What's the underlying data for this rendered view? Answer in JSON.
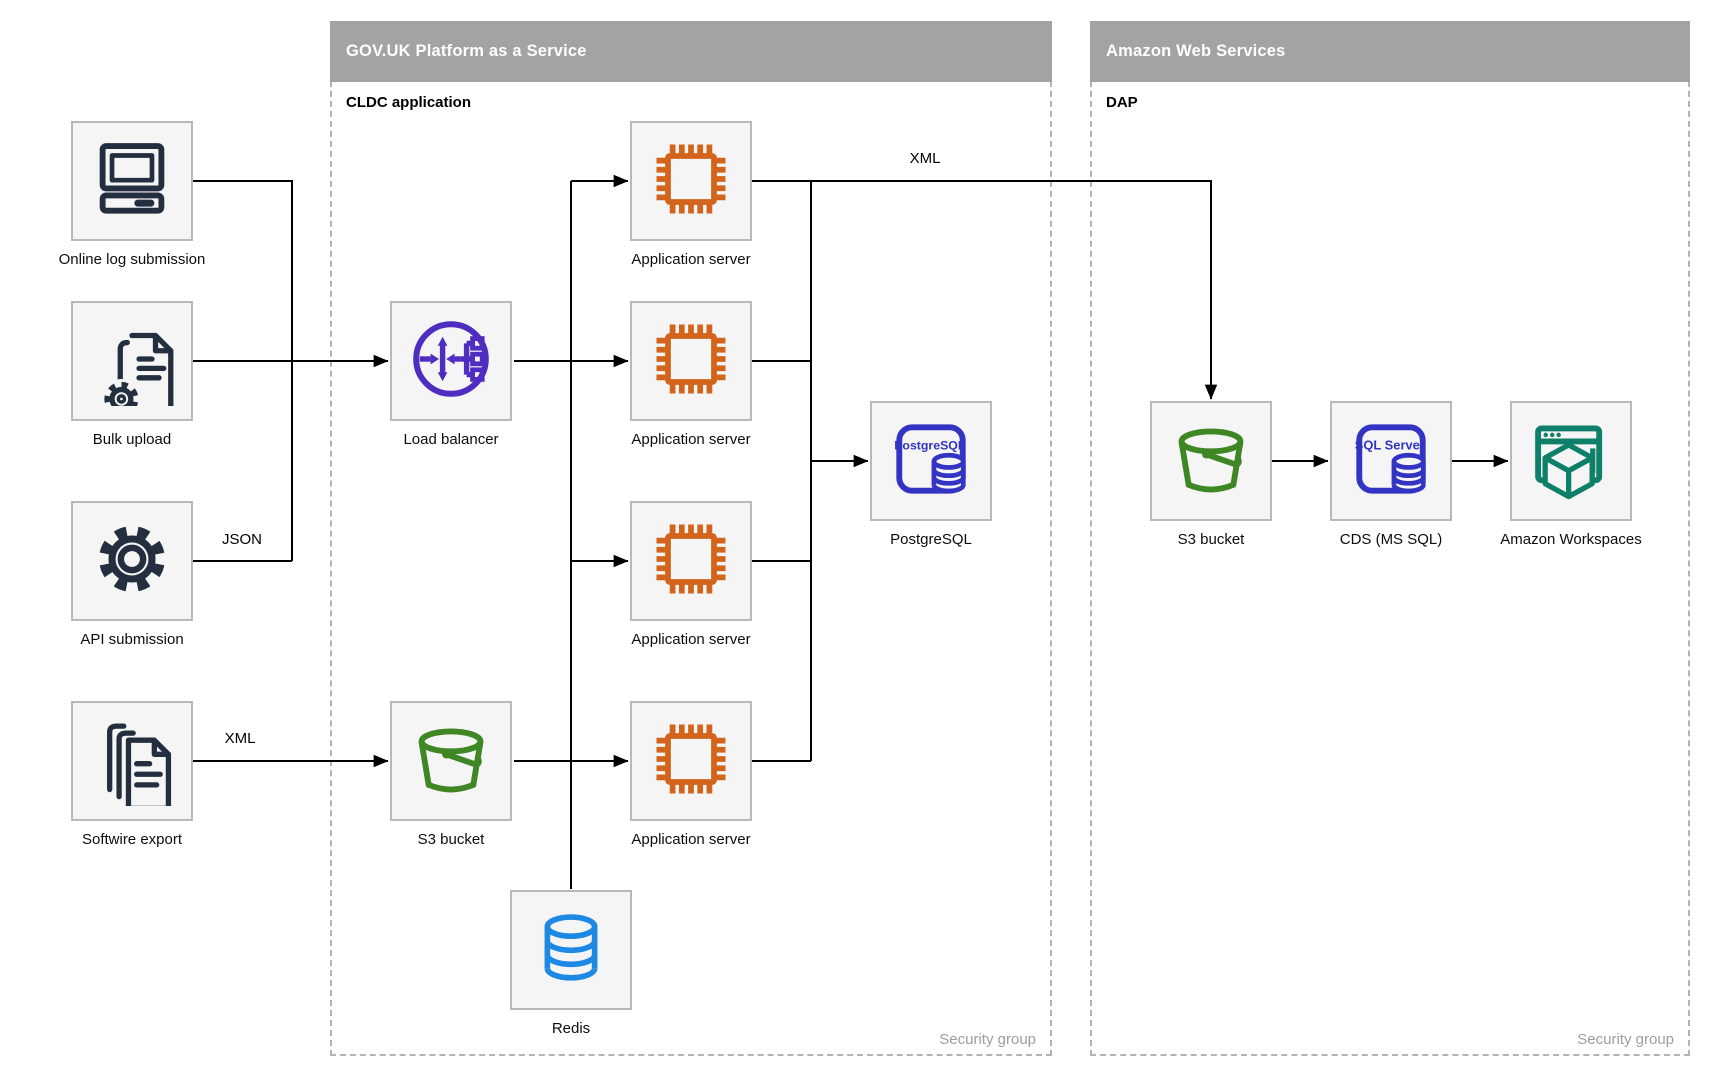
{
  "groups": {
    "govuk": {
      "title": "GOV.UK Platform as a Service",
      "sublabel": "CLDC application",
      "footer": "Security group"
    },
    "aws": {
      "title": "Amazon Web Services",
      "sublabel": "DAP",
      "footer": "Security group"
    }
  },
  "nodes": {
    "online_log_submission": {
      "label": "Online log submission",
      "icon": "desktop-computer-icon"
    },
    "bulk_upload": {
      "label": "Bulk upload",
      "icon": "document-gear-icon"
    },
    "api_submission": {
      "label": "API submission",
      "icon": "gear-icon"
    },
    "softwire_export": {
      "label": "Softwire export",
      "icon": "documents-stack-icon"
    },
    "load_balancer": {
      "label": "Load balancer",
      "icon": "load-balancer-icon"
    },
    "s3_bucket_govuk": {
      "label": "S3 bucket",
      "icon": "s3-bucket-icon"
    },
    "app_server_1": {
      "label": "Application server",
      "icon": "chip-icon"
    },
    "app_server_2": {
      "label": "Application server",
      "icon": "chip-icon"
    },
    "app_server_3": {
      "label": "Application server",
      "icon": "chip-icon"
    },
    "app_server_4": {
      "label": "Application server",
      "icon": "chip-icon"
    },
    "postgresql": {
      "label": "PostgreSQL",
      "icon": "postgresql-database-icon",
      "icon_text": "PostgreSQL"
    },
    "redis": {
      "label": "Redis",
      "icon": "redis-database-icon"
    },
    "s3_bucket_aws": {
      "label": "S3 bucket",
      "icon": "s3-bucket-icon"
    },
    "cds_mssql": {
      "label": "CDS (MS SQL)",
      "icon": "sql-server-database-icon",
      "icon_text": "SQL Server"
    },
    "amazon_workspaces": {
      "label": "Amazon Workspaces",
      "icon": "workspaces-icon"
    }
  },
  "edge_labels": {
    "api_to_loadbalancer": "JSON",
    "softwire_to_s3": "XML",
    "appserver_to_dap": "XML"
  },
  "colors": {
    "container_header_bg": "#a3a3a3",
    "node_fill": "#f5f5f5",
    "node_border": "#b9b9b9",
    "edge": "#000000",
    "dark_icon": "#232f3e",
    "orange_icon": "#d2641c",
    "green_icon": "#3f8624",
    "purple_icon": "#4f2dc0",
    "indigo_icon": "#3333c4",
    "redis_icon": "#1e88e5",
    "teal_icon": "#0e7f68",
    "muted_text": "#9e9e9e"
  }
}
